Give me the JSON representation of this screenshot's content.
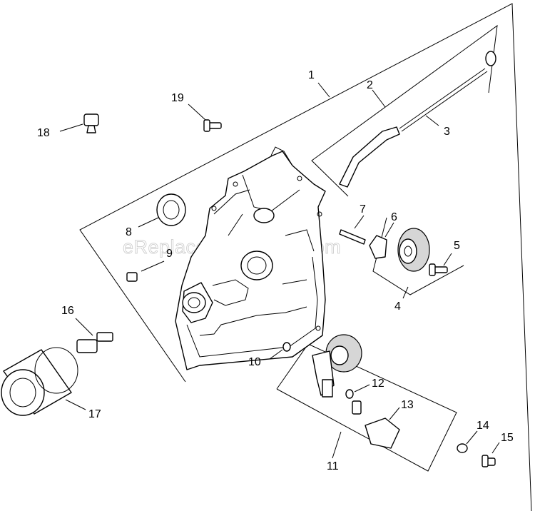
{
  "watermark": "eReplacementParts.com",
  "callouts": [
    {
      "id": "1",
      "label": "1"
    },
    {
      "id": "2",
      "label": "2"
    },
    {
      "id": "3",
      "label": "3"
    },
    {
      "id": "4",
      "label": "4"
    },
    {
      "id": "5",
      "label": "5"
    },
    {
      "id": "6",
      "label": "6"
    },
    {
      "id": "7",
      "label": "7"
    },
    {
      "id": "8",
      "label": "8"
    },
    {
      "id": "9",
      "label": "9"
    },
    {
      "id": "10",
      "label": "10"
    },
    {
      "id": "11",
      "label": "11"
    },
    {
      "id": "12",
      "label": "12"
    },
    {
      "id": "13",
      "label": "13"
    },
    {
      "id": "14",
      "label": "14"
    },
    {
      "id": "15",
      "label": "15"
    },
    {
      "id": "16",
      "label": "16"
    },
    {
      "id": "17",
      "label": "17"
    },
    {
      "id": "18",
      "label": "18"
    },
    {
      "id": "19",
      "label": "19"
    }
  ]
}
